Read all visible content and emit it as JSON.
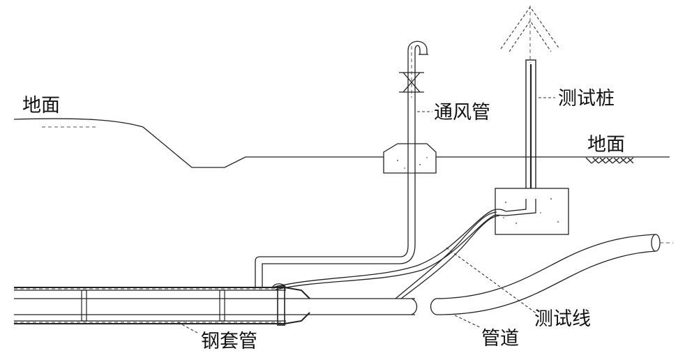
{
  "labels": {
    "ground_left": "地面",
    "ground_right": "地面",
    "vent_pipe": "通风管",
    "test_pile": "测试桩",
    "steel_casing": "钢套管",
    "pipeline": "管道",
    "test_wire": "测试线"
  }
}
